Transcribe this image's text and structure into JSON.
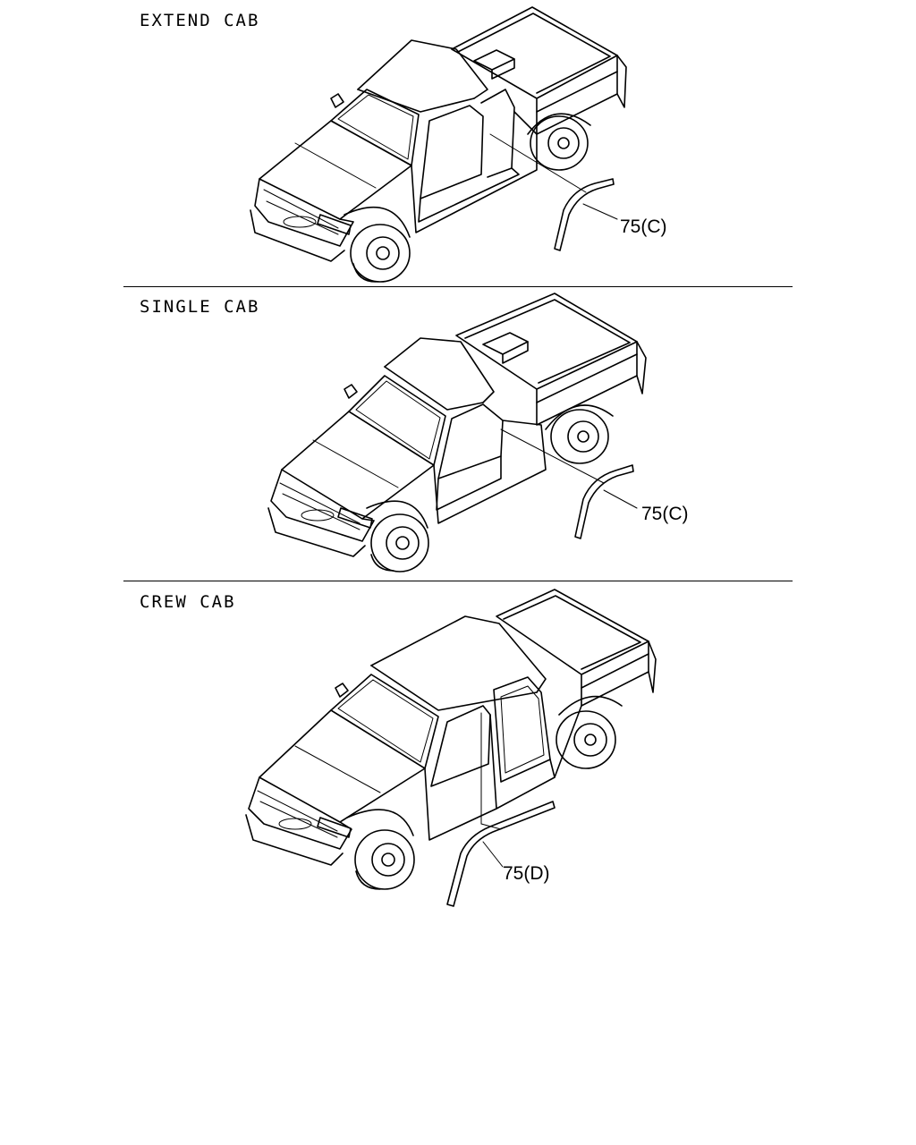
{
  "panels": [
    {
      "title": "EXTEND CAB",
      "callout": "75(C)"
    },
    {
      "title": "SINGLE CAB",
      "callout": "75(C)"
    },
    {
      "title": "CREW CAB",
      "callout": "75(D)"
    }
  ]
}
